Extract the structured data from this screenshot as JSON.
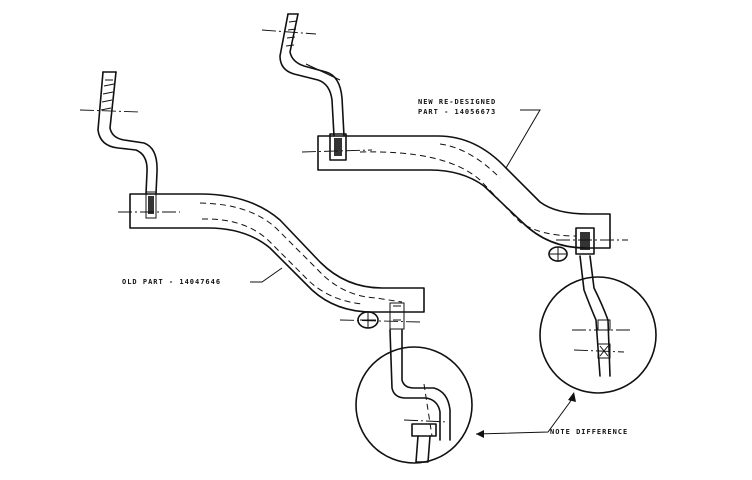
{
  "labels": {
    "new_part_line1": "NEW RE-DESIGNED",
    "new_part_line2": "PART - 14056673",
    "old_part": "OLD PART - 14047646",
    "note": "NOTE DIFFERENCE"
  }
}
